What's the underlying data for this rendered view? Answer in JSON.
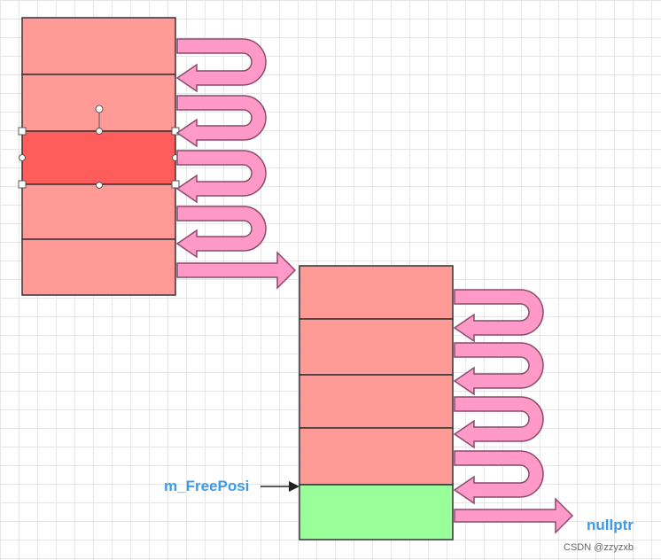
{
  "diagram": {
    "colors": {
      "block": "#ff9a96",
      "selected_block": "#ff5c5c",
      "free_block": "#99ff99",
      "arrow": "#ff9ac8",
      "label": "#3b9be8"
    },
    "chunks": [
      {
        "blocks": 5,
        "selected_index": 2,
        "links": "each block links to the next; last block links to next chunk"
      },
      {
        "blocks": 5,
        "free_index": 4,
        "links": "each block links to the next; last block links to nullptr"
      }
    ],
    "labels": {
      "free_pointer": "m_FreePosi",
      "end": "nullptr"
    },
    "watermark": "CSDN @zzyzxb"
  }
}
